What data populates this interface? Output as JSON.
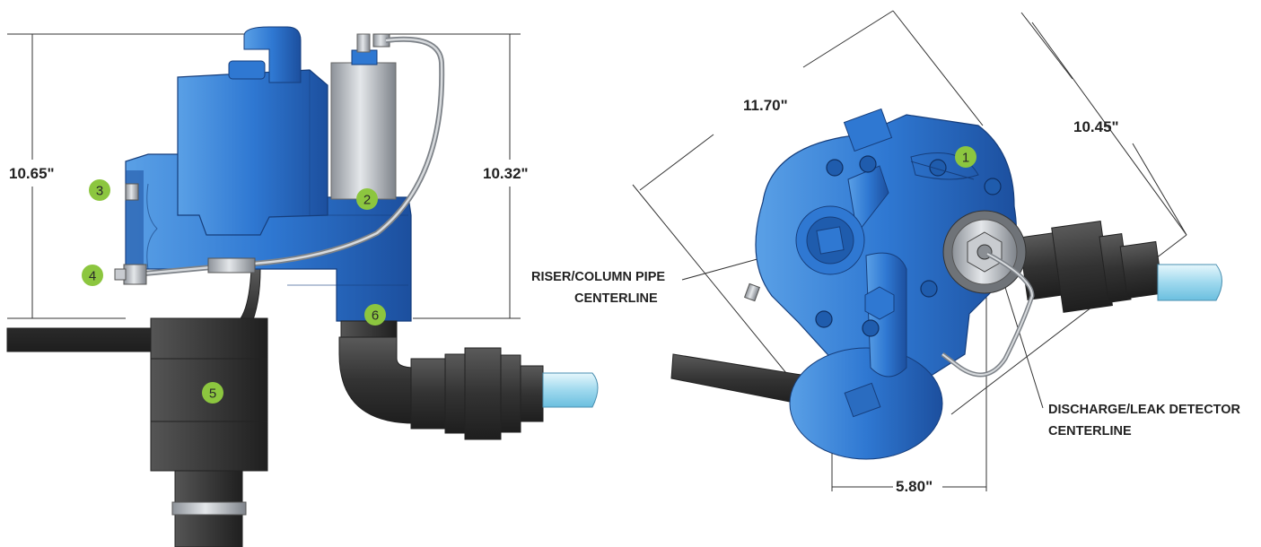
{
  "colors": {
    "housing_blue": "#2f78d2",
    "housing_dark": "#1c4f9e",
    "housing_light": "#5aa0e6",
    "pipe_black": "#3a3a3a",
    "steel_gray": "#b8bcc2",
    "badge_green": "#8cc63f",
    "line_dark": "#333333",
    "water_light": "#bfe8f6"
  },
  "front_view": {
    "dimensions": {
      "left_height": "10.65\"",
      "right_height": "10.32\""
    },
    "badges": [
      "2",
      "3",
      "4",
      "5",
      "6"
    ]
  },
  "top_view": {
    "dimensions": {
      "diag_left": "11.70\"",
      "diag_right": "10.45\"",
      "bottom_width": "5.80\""
    },
    "badges": [
      "1"
    ],
    "callouts": {
      "riser_line1": "RISER/COLUMN PIPE",
      "riser_line2": "CENTERLINE",
      "discharge_line1": "DISCHARGE/LEAK DETECTOR",
      "discharge_line2": "CENTERLINE"
    }
  },
  "icons": [
    "pump-housing-icon",
    "solenoid-icon",
    "capacitor-icon",
    "discharge-pipe-icon",
    "union-fitting-icon",
    "conduit-icon",
    "nut-icon"
  ]
}
